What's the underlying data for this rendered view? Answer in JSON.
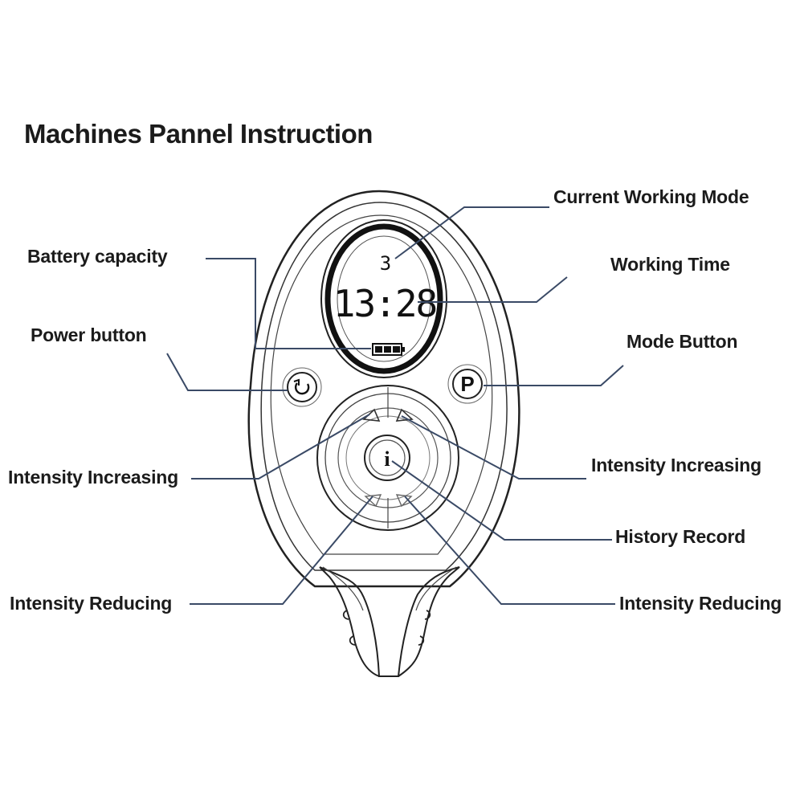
{
  "title": "Machines Pannel Instruction",
  "labels": {
    "current_mode": "Current Working  Mode",
    "battery": "Battery capacity",
    "working_time": "Working Time",
    "power": "Power button",
    "mode_button": "Mode Button",
    "inc_left": "Intensity Increasing",
    "inc_right": "Intensity Increasing",
    "history": "History Record",
    "red_left": "Intensity Reducing",
    "red_right": "Intensity Reducing"
  },
  "display": {
    "mode": "3",
    "time": "13:28"
  },
  "buttons": {
    "mode_glyph": "P",
    "info_glyph": "i"
  },
  "colors": {
    "leader": "#3a4a66",
    "outline": "#222222"
  }
}
